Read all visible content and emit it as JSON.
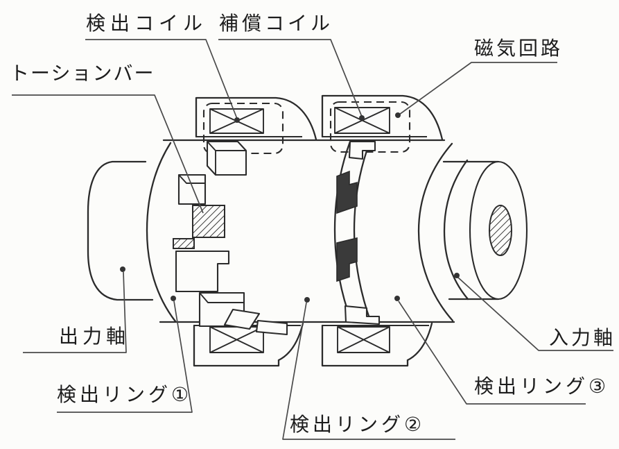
{
  "figure": {
    "type": "technical-line-diagram",
    "callouts": {
      "detection_coil": {
        "label": "検出コイル"
      },
      "compensation_coil": {
        "label": "補償コイル"
      },
      "torsion_bar": {
        "label": "トーションバー"
      },
      "magnetic_circuit": {
        "label": "磁気回路"
      },
      "output_shaft": {
        "label": "出力軸"
      },
      "detection_ring_1": {
        "label": "検出リング①"
      },
      "detection_ring_2": {
        "label": "検出リング②"
      },
      "detection_ring_3": {
        "label": "検出リング③"
      },
      "input_shaft": {
        "label": "入力軸"
      }
    }
  },
  "colors": {
    "line": "#2b2b2b",
    "window_fill": "#3a3a3a",
    "paper": "#fcfcfa"
  }
}
